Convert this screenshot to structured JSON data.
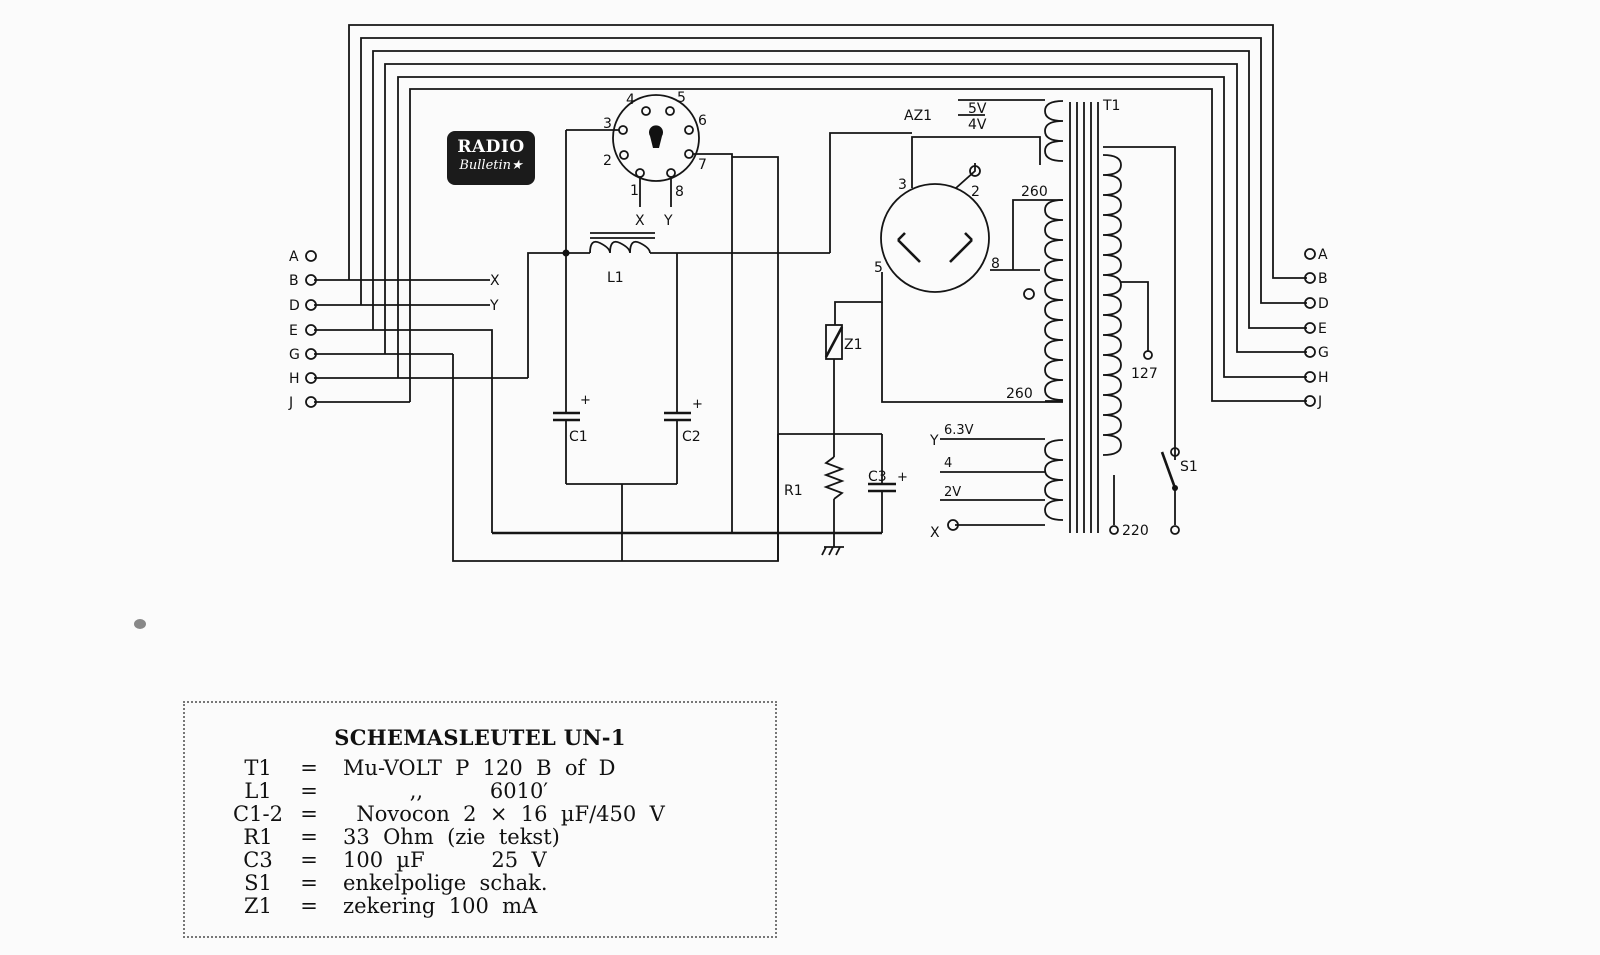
{
  "logo": {
    "line1": "RADIO",
    "line2": "Bulletin★"
  },
  "connectors_left": [
    "A",
    "B",
    "D",
    "E",
    "G",
    "H",
    "J"
  ],
  "connectors_right": [
    "A",
    "B",
    "D",
    "E",
    "G",
    "H",
    "J"
  ],
  "tube_socket": {
    "pins": [
      "1",
      "2",
      "3",
      "4",
      "5",
      "6",
      "7",
      "8"
    ],
    "x_label": "X",
    "y_label": "Y"
  },
  "rectifier": {
    "name": "AZ1",
    "pins": [
      "3",
      "2",
      "5",
      "8"
    ]
  },
  "transformer": {
    "name": "T1",
    "taps": {
      "v5": "5V",
      "v4": "4V",
      "hv_top": "260",
      "hv_bottom": "260",
      "v127": "127",
      "v220": "220",
      "v63": "6.3V",
      "t4": "4",
      "v2": "2V",
      "y": "Y",
      "x": "X"
    }
  },
  "components": {
    "l1": "L1",
    "c1": "C1",
    "c2": "C2",
    "c3": "C3",
    "r1": "R1",
    "z1": "Z1",
    "s1": "S1",
    "plus": "+",
    "x": "X",
    "y": "Y"
  },
  "legend": {
    "title": "SCHEMASLEUTEL UN-1",
    "rows": [
      {
        "key": "T1",
        "eq": "=",
        "value": "Mu-VOLT  P  120  B  of  D"
      },
      {
        "key": "L1",
        "eq": "=",
        "value": "          ,,          6010′"
      },
      {
        "key": "C1-2",
        "eq": "=",
        "value": "  Novocon  2  ×  16  µF/450  V"
      },
      {
        "key": "R1",
        "eq": "=",
        "value": "33  Ohm  (zie  tekst)"
      },
      {
        "key": "C3",
        "eq": "=",
        "value": "100  µF          25  V"
      },
      {
        "key": "S1",
        "eq": "=",
        "value": "enkelpolige  schak."
      },
      {
        "key": "Z1",
        "eq": "=",
        "value": "zekering  100  mA"
      }
    ]
  }
}
